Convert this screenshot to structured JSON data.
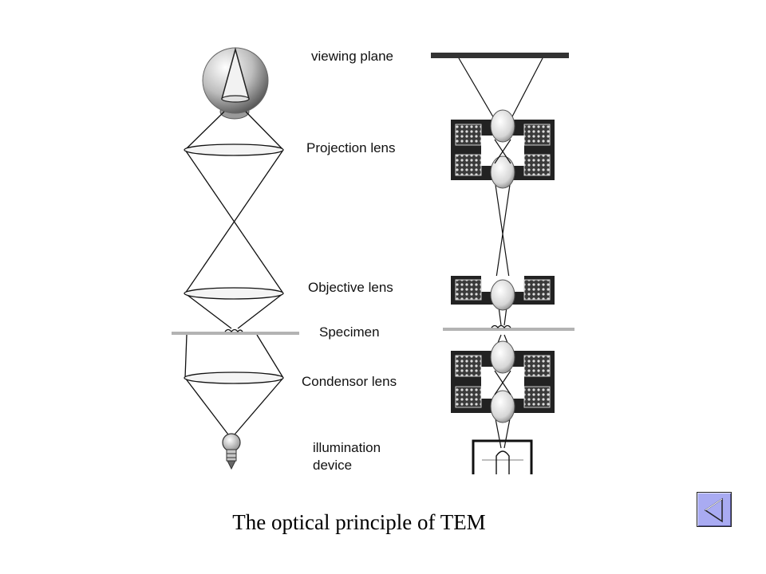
{
  "labels": {
    "viewing_plane": "viewing plane",
    "projection_lens": "Projection lens",
    "objective_lens": "Objective lens",
    "specimen": "Specimen",
    "condensor_lens": "Condensor lens",
    "illumination_line1": "illumination",
    "illumination_line2": "device"
  },
  "caption": "The optical principle of TEM",
  "nav": {
    "back_icon": "triangle-left-icon"
  },
  "colors": {
    "line": "#111111",
    "coil_fill": "#222222",
    "specimen": "#b0b0b0",
    "lens_fill": "#eeeeee",
    "button": "#a9abf2"
  }
}
